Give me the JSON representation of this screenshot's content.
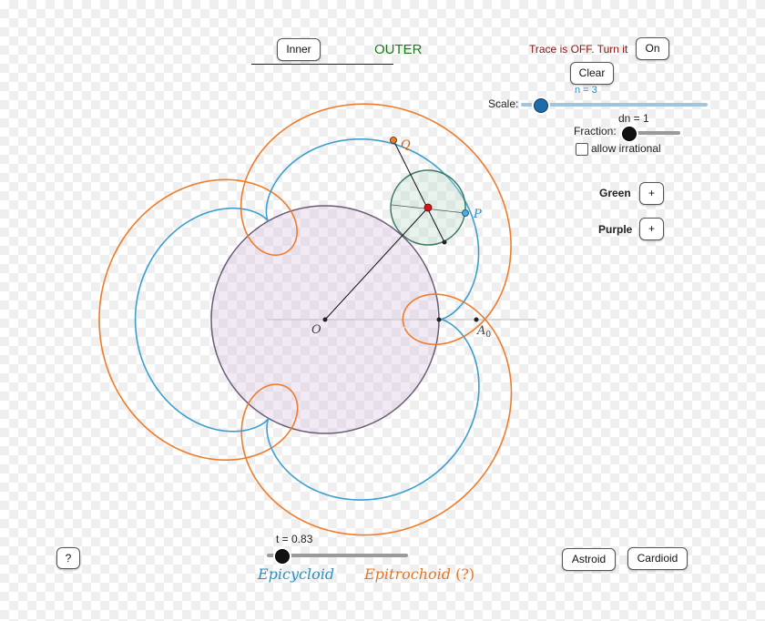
{
  "toolbar": {
    "inner_label": "Inner",
    "outer_label": "OUTER",
    "trace_status": "Trace is OFF.  Turn it",
    "on_label": "On",
    "clear_label": "Clear"
  },
  "controls": {
    "n_label": "n = 3",
    "scale_label": "Scale:",
    "scale_value": 0.1,
    "dn_label": "dn = 1",
    "fraction_label": "Fraction:",
    "fraction_value": 0.0,
    "allow_irrational_label": "allow irrational",
    "allow_irrational_checked": false,
    "green_label": "Green",
    "green_plus": "+",
    "purple_label": "Purple",
    "purple_plus": "+",
    "t_label": "t = 0.83",
    "t_value": 0.1
  },
  "figure": {
    "point_q": "Q",
    "point_p": "P",
    "point_o": "O",
    "point_a0": "A",
    "point_a0_sub": "0",
    "colors": {
      "epicycloid": "#3a9fd0",
      "epitrochoid": "#f07c2a",
      "big_circle": "#6b5b73",
      "small_circle": "#3d7a63",
      "center_red": "#d11a1a"
    }
  },
  "footer": {
    "help_label": "?",
    "epicycloid_label": "Epicycloid",
    "epitrochoid_label": "Epitrochoid",
    "epitrochoid_suffix": "(?)",
    "astroid_label": "Astroid",
    "cardioid_label": "Cardioid"
  }
}
